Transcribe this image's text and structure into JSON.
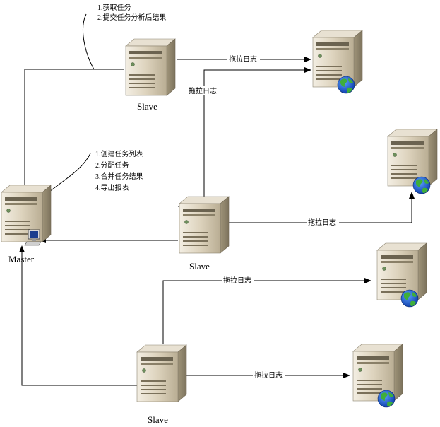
{
  "diagram": {
    "nodes": {
      "master": "Master",
      "slave_top": "Slave",
      "slave_mid": "Slave",
      "slave_bottom": "Slave"
    },
    "edge_label": "拖拉日志",
    "notes": {
      "slave_tasks": [
        "1.获取任务",
        "2.提交任务分析后结果"
      ],
      "master_tasks": [
        "1.创建任务列表",
        "2.分配任务",
        "3.合并任务结果",
        "4.导出报表"
      ]
    }
  }
}
